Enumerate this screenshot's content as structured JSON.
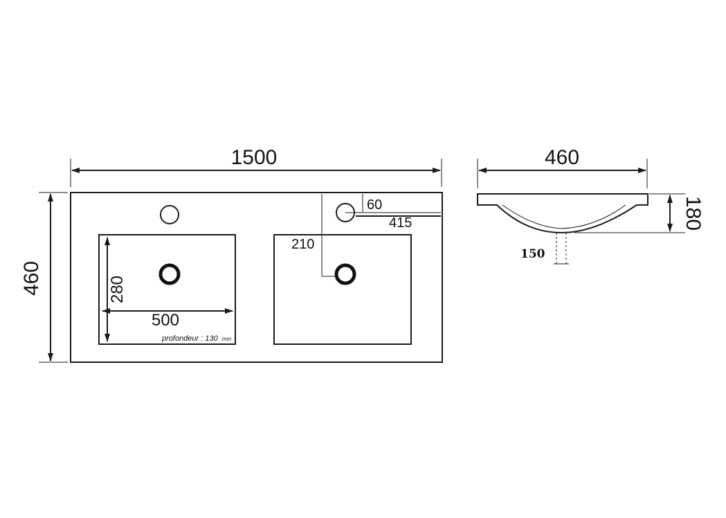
{
  "top_view": {
    "width_label": "1500",
    "depth_label": "460",
    "basin_width_label": "500",
    "basin_height_label": "280",
    "basin_depth_note": "profondeur : 130",
    "basin_depth_unit": "mm",
    "tap_offset_label": "60",
    "tap_distance_label": "415",
    "drain_offset_label": "210"
  },
  "side_view": {
    "depth_label": "460",
    "height_label": "180",
    "drain_label": "150"
  }
}
